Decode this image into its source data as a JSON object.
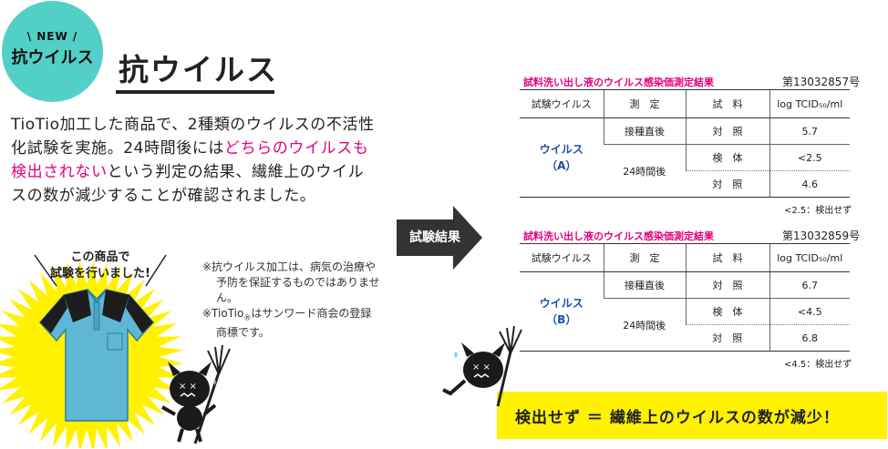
{
  "badge": {
    "new_label": "\\ NEW /",
    "name": "抗ウイルス"
  },
  "title": "抗ウイルス",
  "description": {
    "part1": "TioTio加工した商品で、2種類のウイルスの不活性化試験を実施。24時間後には",
    "highlight": "どちらのウイルスも検出されない",
    "part2": "という判定の結果、繊維上のウイルスの数が減少することが確認されました。"
  },
  "burst": {
    "line1": "この商品で",
    "line2": "試験を行いました!"
  },
  "notes": {
    "note1_line1": "※抗ウイルス加工は、病気の治療や",
    "note1_line2": "予防を保証するものではありません。",
    "note2_line1a": "※TioTio",
    "note2_reg": "®",
    "note2_line1b": "はサンワード商会の登録",
    "note2_line2": "商標です。"
  },
  "arrow_label": "試験結果",
  "tables": [
    {
      "title": "試料洗い出し液のウイルス感染価測定結果",
      "number": "第13032857号",
      "headers": [
        "試験ウイルス",
        "測　定",
        "試　料",
        "log TCID₅₀/ml"
      ],
      "virus_line1": "ウイルス",
      "virus_line2": "（A）",
      "timing1": "接種直後",
      "timing2": "24時間後",
      "rows": [
        {
          "sample": "対　照",
          "value": "5.7"
        },
        {
          "sample": "検　体",
          "value": "<2.5"
        },
        {
          "sample": "対　照",
          "value": "4.6"
        }
      ],
      "footnote": "<2.5：検出せず"
    },
    {
      "title": "試料洗い出し液のウイルス感染価測定結果",
      "number": "第13032859号",
      "headers": [
        "試験ウイルス",
        "測　定",
        "試　料",
        "log TCID₅₀/ml"
      ],
      "virus_line1": "ウイルス",
      "virus_line2": "（B）",
      "timing1": "接種直後",
      "timing2": "24時間後",
      "rows": [
        {
          "sample": "対　照",
          "value": "6.7"
        },
        {
          "sample": "検　体",
          "value": "<4.5"
        },
        {
          "sample": "対　照",
          "value": "6.8"
        }
      ],
      "footnote": "<4.5：検出せず"
    }
  ],
  "banner": "検出せず ＝ 繊維上のウイルスの数が減少！",
  "colors": {
    "accent_pink": "#e4007f",
    "badge_teal": "#52cfc6",
    "banner_yellow": "#fff100",
    "virus_blue": "#1a4fa8",
    "shirt_blue": "#5fb7d5"
  }
}
